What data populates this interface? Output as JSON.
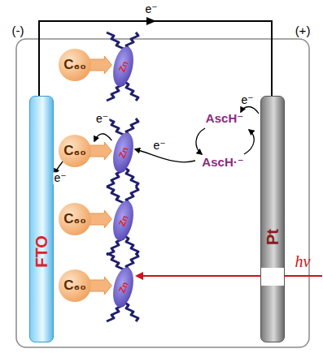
{
  "diagram": {
    "nodes": [
      {
        "text": [
          "FTO"
        ]
      },
      {
        "text": [
          "C₆₀"
        ]
      },
      {
        "text": [
          "Zn"
        ]
      },
      {
        "text": [
          "C₆₀"
        ]
      },
      {
        "text": [
          "Zn"
        ]
      },
      {
        "text": [
          "C₆₀"
        ]
      },
      {
        "text": [
          "Zn"
        ]
      },
      {
        "text": [
          "C₆₀"
        ]
      },
      {
        "text": [
          "Zn"
        ]
      },
      {
        "text": [
          "Pt"
        ]
      }
    ],
    "edges": [
      {
        "from": 1,
        "to": 2,
        "arrow": "to"
      },
      {
        "from": 3,
        "to": 4,
        "arrow": "to"
      },
      {
        "from": 5,
        "to": 6,
        "arrow": "to"
      },
      {
        "from": 7,
        "to": 8,
        "arrow": "to"
      },
      {
        "from": 4,
        "to": 3,
        "label": "e⁻",
        "arrow": "to"
      },
      {
        "from": 3,
        "to": 0,
        "label": "e⁻",
        "arrow": "to"
      }
    ],
    "labels": [
      "(-)",
      "(+)",
      "e⁻",
      "e⁻",
      "e⁻",
      "AscH⁻",
      "AscH·⁻",
      "hν"
    ]
  }
}
